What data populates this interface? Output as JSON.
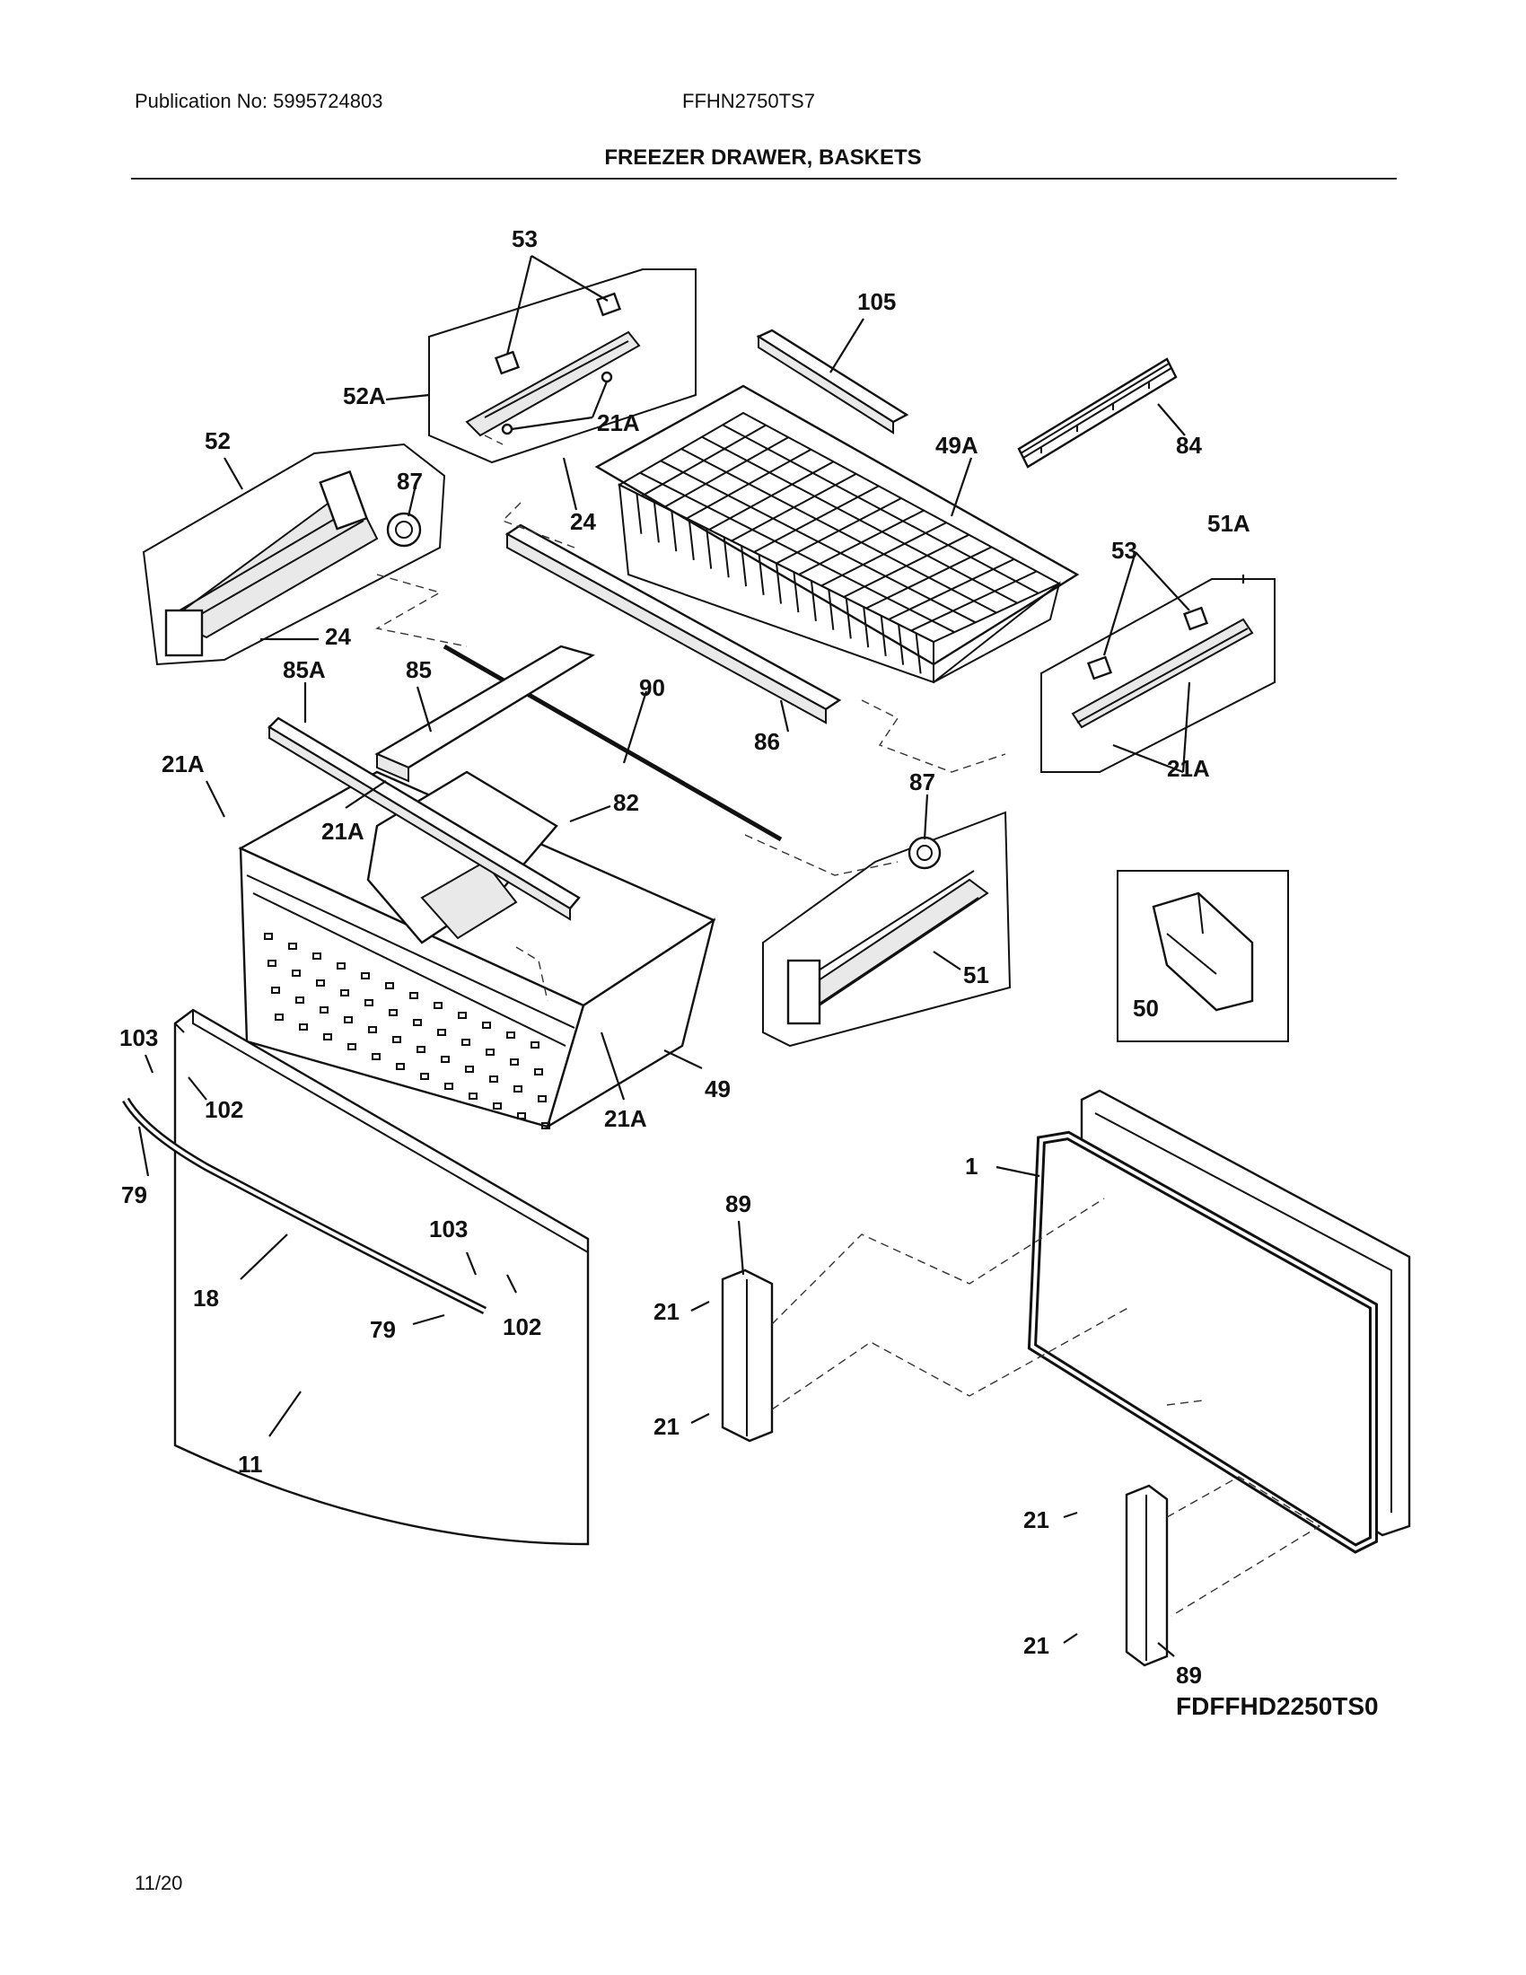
{
  "header": {
    "publication": "Publication No: 5995724803",
    "model": "FFHN2750TS7",
    "title": "FREEZER DRAWER, BASKETS"
  },
  "footer": {
    "diagram_code": "FDFFHD2250TS0",
    "page": "11/20"
  },
  "callouts": {
    "c53a": "53",
    "c52A": "52A",
    "c21A_a": "21A",
    "c105": "105",
    "c49A": "49A",
    "c84": "84",
    "c52": "52",
    "c87a": "87",
    "c24a": "24",
    "c24b": "24",
    "c53b": "53",
    "c51A": "51A",
    "c85A": "85A",
    "c85": "85",
    "c90": "90",
    "c86": "86",
    "c21A_b": "21A",
    "c21A_c": "21A",
    "c82": "82",
    "c21A_d": "21A",
    "c87b": "87",
    "c50": "50",
    "c51": "51",
    "c103a": "103",
    "c102a": "102",
    "c49": "49",
    "c21A_e": "21A",
    "c79a": "79",
    "c1": "1",
    "c89a": "89",
    "c103b": "103",
    "c18": "18",
    "c79b": "79",
    "c102b": "102",
    "c21a": "21",
    "c21b": "21",
    "c21c": "21",
    "c21d": "21",
    "c11": "11",
    "c89b": "89"
  }
}
